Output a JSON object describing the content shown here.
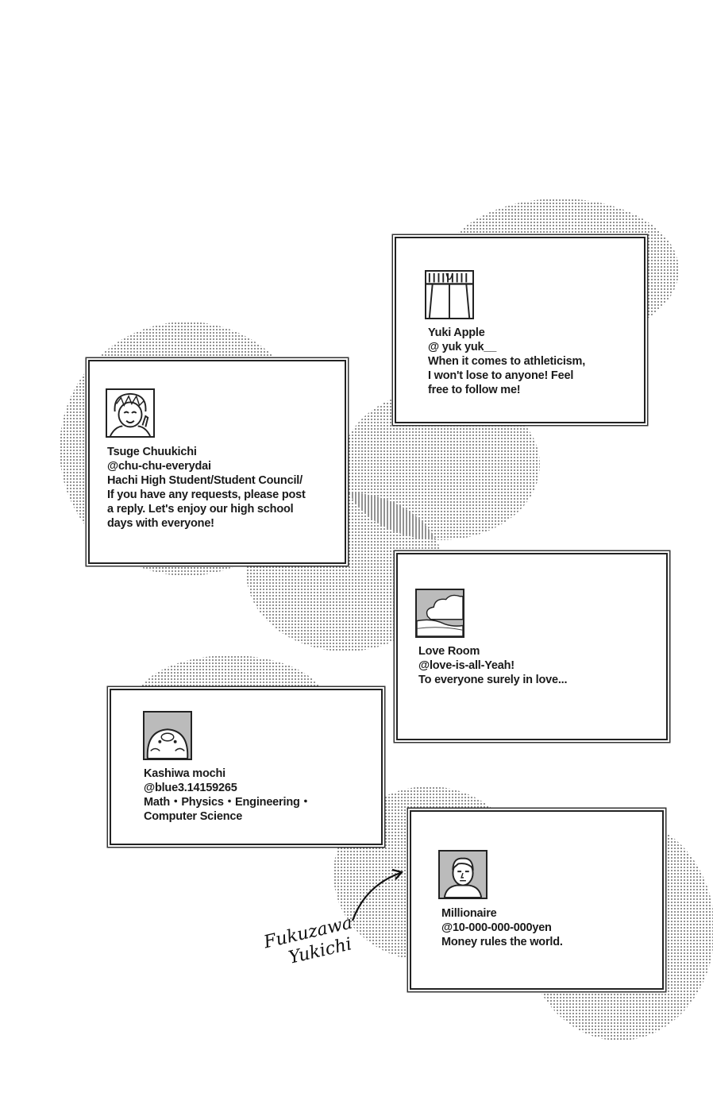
{
  "profiles": [
    {
      "name": "Yuki Apple",
      "handle": "@ yuk yuk__",
      "bio": [
        "When it comes to athleticism,",
        "I won't lose to anyone! Feel",
        "free to follow me!"
      ],
      "avatar_icon": "shorts-icon"
    },
    {
      "name": "Tsuge Chuukichi",
      "handle": "@chu-chu-everydai",
      "bio": [
        "Hachi High Student/Student Council/",
        "If you have any requests, please post",
        "a reply. Let's enjoy our high school",
        "days with everyone!"
      ],
      "avatar_icon": "student-face-icon"
    },
    {
      "name": "Love Room",
      "handle": "@love-is-all-Yeah!",
      "bio": [
        "To everyone surely in love..."
      ],
      "avatar_icon": "sky-cloud-icon"
    },
    {
      "name": "Kashiwa mochi",
      "handle": "@blue3.14159265",
      "bio": [
        "Math・Physics・Engineering・",
        "Computer Science"
      ],
      "avatar_icon": "mochi-icon"
    },
    {
      "name": "Millionaire",
      "handle": "@10-000-000-000yen",
      "bio": [
        "Money rules the world."
      ],
      "avatar_icon": "portrait-man-icon"
    }
  ],
  "annotation": {
    "line1": "Fukuzawa",
    "line2": "Yukichi"
  },
  "colors": {
    "ink": "#1a1a1a",
    "screentone": "#777777",
    "paper": "#ffffff"
  }
}
